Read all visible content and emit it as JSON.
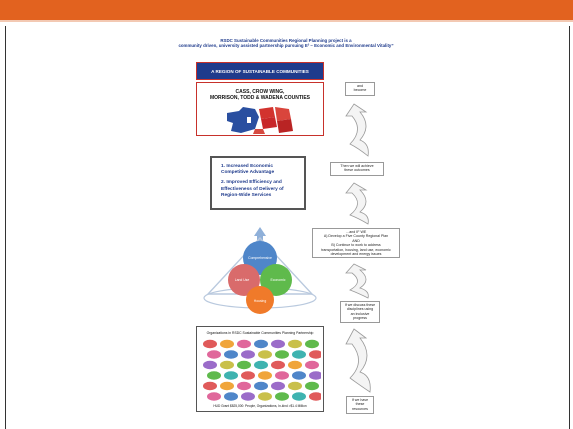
{
  "header": {
    "title_line1": "RSDC Sustainable Communities Regional Planning project is a",
    "title_line2": "community driven, university assisted partnership pursuing E³ – Economic and Environmental Vitality”"
  },
  "banner": {
    "text": "A REGION OF SUSTAINABLE COMMUNITIES"
  },
  "counties": {
    "line1": "CASS, CROW WING,",
    "line2": "MORRISON, TODD & WADENA COUNTIES"
  },
  "outcomes": {
    "item1_line1": "1. Increased Economic",
    "item1_line2": "Competitive Advantage",
    "item2_line1": "2. Improved Efficiency and",
    "item2_line2": "Effectiveness of Delivery of",
    "item2_line3": "Region-Wide Services"
  },
  "venn": {
    "top": "Comprehensive",
    "left": "Land Use",
    "right": "Economic",
    "bottom": "Housing"
  },
  "organizations": {
    "header": "Organizations in RSDC Sustainable Communities Planning Partnership",
    "footer": "HUD Grant $825,000: People, Organizations, In-kind >$1.4 Million"
  },
  "notes": {
    "n1_line1": "and",
    "n1_line2": "become",
    "n2_line1": "Then we will achieve",
    "n2_line2": "these outcomes",
    "n3_line1": "…and IF WE",
    "n3_line2": "A) Develop a Five County Regional Plan",
    "n3_line3": "AND",
    "n3_line4": "B) Continue to work to address",
    "n3_line5": "transportation, housing, land use, economic",
    "n3_line6": "development and energy issues",
    "n4_line1": "If we discuss these",
    "n4_line2": "disciplines using",
    "n4_line3": "an inclusive",
    "n4_line4": "progress",
    "n5_line1": "If we have",
    "n5_line2": "these",
    "n5_line3": "resources"
  },
  "colors": {
    "header_bar": "#e2621f",
    "banner": "#1f3b8c",
    "border_red": "#c7312b",
    "venn_top": "#4f86c9",
    "venn_left": "#d96b6b",
    "venn_right": "#5fba4c",
    "venn_bottom": "#f07a2a"
  }
}
